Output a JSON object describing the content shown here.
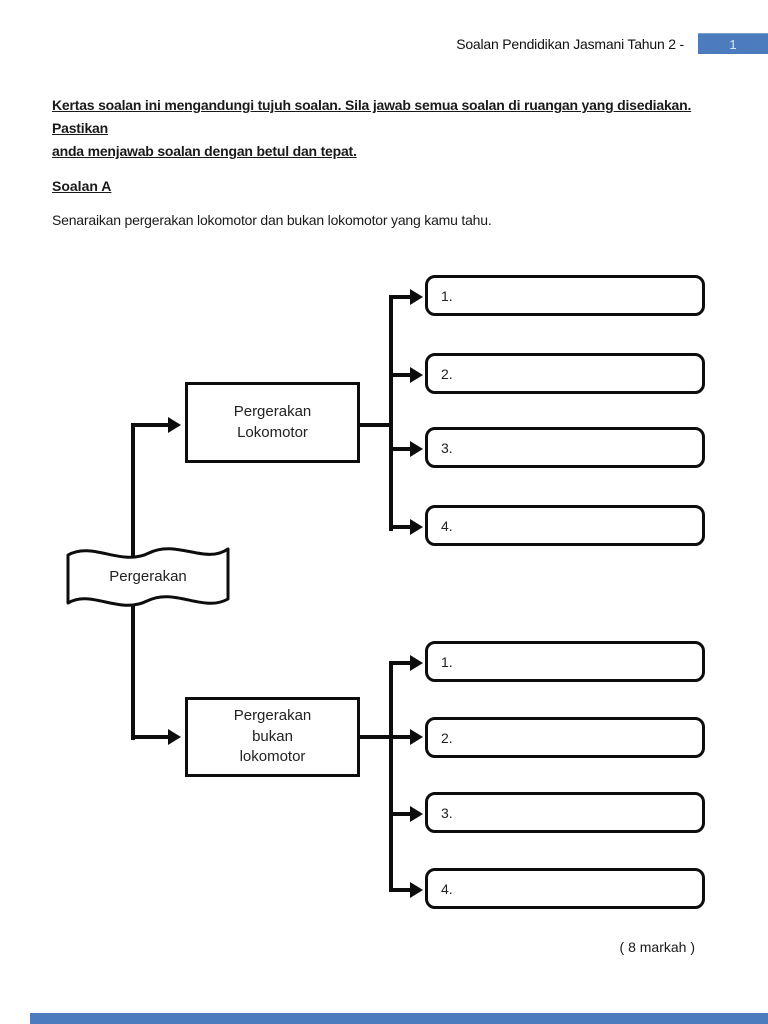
{
  "header": {
    "title": "Soalan Pendidikan Jasmani Tahun 2 -",
    "page_number": "1"
  },
  "colors": {
    "accent_blue": "#4d7cbe",
    "line_black": "#0d0d0d"
  },
  "body": {
    "intro_lines": [
      "Kertas soalan ini mengandungi tujuh soalan. Sila jawab semua soalan di ruangan yang disediakan. Pastikan",
      "anda menjawab soalan dengan betul dan tepat."
    ],
    "section_heading": "Soalan A",
    "question": "Senaraikan pergerakan lokomotor dan bukan lokomotor yang kamu tahu.",
    "marks": "( 8 markah )"
  },
  "diagram": {
    "root_label": "Pergerakan",
    "branches": [
      {
        "label_lines": [
          "Pergerakan",
          "Lokomotor"
        ],
        "items": [
          "1.",
          "2.",
          "3.",
          "4."
        ]
      },
      {
        "label_lines": [
          "Pergerakan",
          "bukan",
          "lokomotor"
        ],
        "items": [
          "1.",
          "2.",
          "3.",
          "4."
        ]
      }
    ]
  }
}
